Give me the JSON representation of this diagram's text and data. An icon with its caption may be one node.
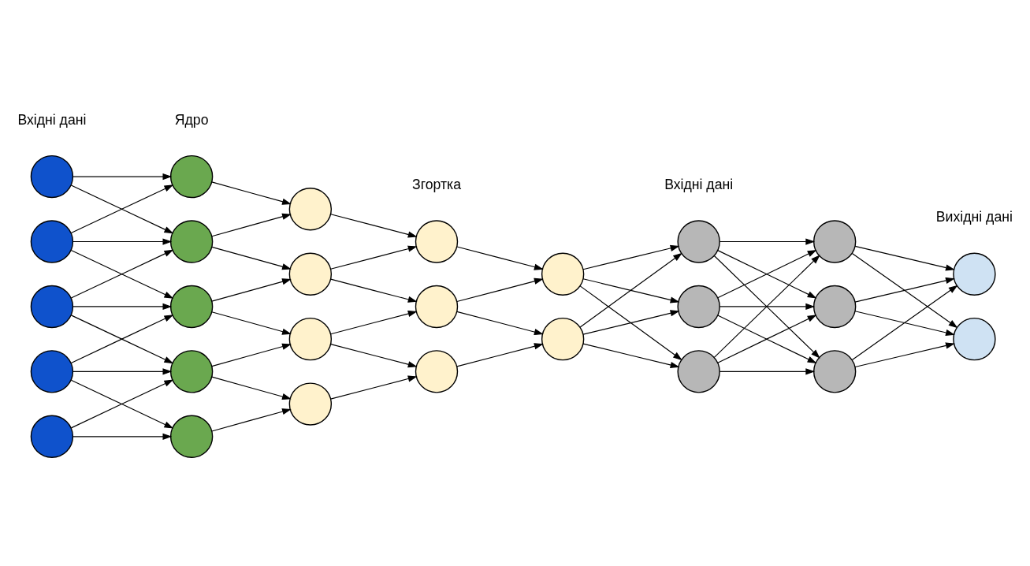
{
  "diagram": {
    "nodes": [
      {
        "text": [],
        "shape": "circle"
      },
      {
        "text": [],
        "shape": "circle"
      },
      {
        "text": [],
        "shape": "circle"
      },
      {
        "text": [],
        "shape": "circle"
      },
      {
        "text": [],
        "shape": "circle"
      },
      {
        "text": [],
        "shape": "circle"
      },
      {
        "text": [],
        "shape": "circle"
      },
      {
        "text": [],
        "shape": "circle"
      },
      {
        "text": [],
        "shape": "circle"
      },
      {
        "text": [],
        "shape": "circle"
      },
      {
        "text": [],
        "shape": "circle"
      },
      {
        "text": [],
        "shape": "circle"
      },
      {
        "text": [],
        "shape": "circle"
      },
      {
        "text": [],
        "shape": "circle"
      },
      {
        "text": [],
        "shape": "circle"
      },
      {
        "text": [],
        "shape": "circle"
      },
      {
        "text": [],
        "shape": "circle"
      },
      {
        "text": [],
        "shape": "circle"
      },
      {
        "text": [],
        "shape": "circle"
      },
      {
        "text": [],
        "shape": "circle"
      },
      {
        "text": [],
        "shape": "circle"
      },
      {
        "text": [],
        "shape": "circle"
      },
      {
        "text": [],
        "shape": "circle"
      },
      {
        "text": [],
        "shape": "circle"
      },
      {
        "text": [],
        "shape": "circle"
      },
      {
        "text": [],
        "shape": "circle"
      },
      {
        "text": [],
        "shape": "circle"
      }
    ],
    "edges": [
      {
        "from": 0,
        "to": 5,
        "arrow": "to"
      },
      {
        "from": 0,
        "to": 6,
        "arrow": "to"
      },
      {
        "from": 1,
        "to": 5,
        "arrow": "to"
      },
      {
        "from": 1,
        "to": 6,
        "arrow": "to"
      },
      {
        "from": 1,
        "to": 7,
        "arrow": "to"
      },
      {
        "from": 2,
        "to": 6,
        "arrow": "to"
      },
      {
        "from": 2,
        "to": 7,
        "arrow": "to"
      },
      {
        "from": 2,
        "to": 8,
        "arrow": "to"
      },
      {
        "from": 3,
        "to": 7,
        "arrow": "to"
      },
      {
        "from": 3,
        "to": 8,
        "arrow": "to"
      },
      {
        "from": 3,
        "to": 9,
        "arrow": "to"
      },
      {
        "from": 4,
        "to": 8,
        "arrow": "to"
      },
      {
        "from": 4,
        "to": 9,
        "arrow": "to"
      },
      {
        "from": 5,
        "to": 10,
        "arrow": "to"
      },
      {
        "from": 6,
        "to": 10,
        "arrow": "to"
      },
      {
        "from": 6,
        "to": 11,
        "arrow": "to"
      },
      {
        "from": 7,
        "to": 11,
        "arrow": "to"
      },
      {
        "from": 7,
        "to": 12,
        "arrow": "to"
      },
      {
        "from": 8,
        "to": 12,
        "arrow": "to"
      },
      {
        "from": 8,
        "to": 13,
        "arrow": "to"
      },
      {
        "from": 9,
        "to": 13,
        "arrow": "to"
      },
      {
        "from": 10,
        "to": 14,
        "arrow": "to"
      },
      {
        "from": 11,
        "to": 14,
        "arrow": "to"
      },
      {
        "from": 11,
        "to": 15,
        "arrow": "to"
      },
      {
        "from": 12,
        "to": 15,
        "arrow": "to"
      },
      {
        "from": 12,
        "to": 16,
        "arrow": "to"
      },
      {
        "from": 13,
        "to": 16,
        "arrow": "to"
      },
      {
        "from": 14,
        "to": 17,
        "arrow": "to"
      },
      {
        "from": 15,
        "to": 17,
        "arrow": "to"
      },
      {
        "from": 15,
        "to": 18,
        "arrow": "to"
      },
      {
        "from": 16,
        "to": 18,
        "arrow": "to"
      },
      {
        "from": 17,
        "to": 19,
        "arrow": "to"
      },
      {
        "from": 17,
        "to": 20,
        "arrow": "to"
      },
      {
        "from": 17,
        "to": 21,
        "arrow": "to"
      },
      {
        "from": 18,
        "to": 19,
        "arrow": "to"
      },
      {
        "from": 18,
        "to": 20,
        "arrow": "to"
      },
      {
        "from": 18,
        "to": 21,
        "arrow": "to"
      },
      {
        "from": 19,
        "to": 22,
        "arrow": "to"
      },
      {
        "from": 19,
        "to": 23,
        "arrow": "to"
      },
      {
        "from": 19,
        "to": 24,
        "arrow": "to"
      },
      {
        "from": 20,
        "to": 22,
        "arrow": "to"
      },
      {
        "from": 20,
        "to": 23,
        "arrow": "to"
      },
      {
        "from": 20,
        "to": 24,
        "arrow": "to"
      },
      {
        "from": 21,
        "to": 22,
        "arrow": "to"
      },
      {
        "from": 21,
        "to": 23,
        "arrow": "to"
      },
      {
        "from": 21,
        "to": 24,
        "arrow": "to"
      },
      {
        "from": 22,
        "to": 25,
        "arrow": "to"
      },
      {
        "from": 22,
        "to": 26,
        "arrow": "to"
      },
      {
        "from": 23,
        "to": 25,
        "arrow": "to"
      },
      {
        "from": 23,
        "to": 26,
        "arrow": "to"
      },
      {
        "from": 24,
        "to": 25,
        "arrow": "to"
      },
      {
        "from": 24,
        "to": 26,
        "arrow": "to"
      }
    ],
    "labels": [
      "Вхідні дані",
      "Ядро",
      "Згортка",
      "Вхідні дані",
      "Вихідні дані"
    ]
  }
}
